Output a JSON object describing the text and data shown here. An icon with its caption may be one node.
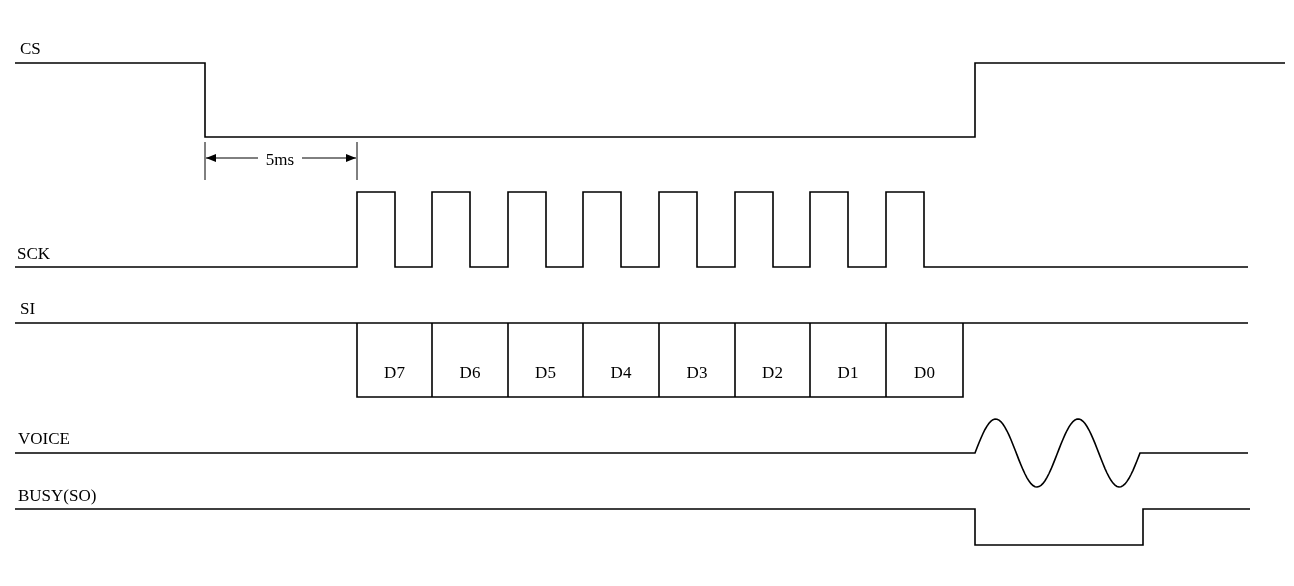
{
  "diagram": {
    "labels": [
      "CS",
      "5ms",
      "SCK",
      "SI",
      "D7",
      "D6",
      "D5",
      "D4",
      "D3",
      "D2",
      "D1",
      "D0",
      "VOICE",
      "BUSY(SO)"
    ]
  }
}
